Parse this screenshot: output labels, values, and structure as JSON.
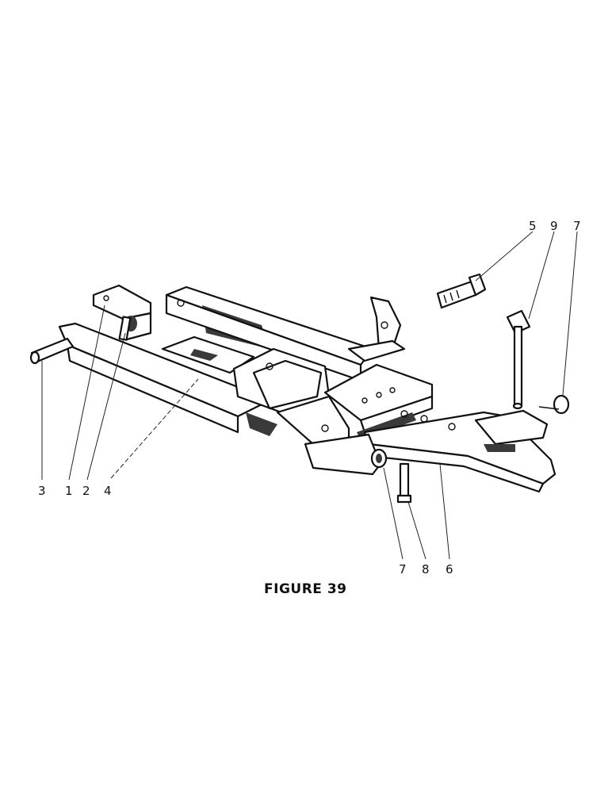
{
  "figure": {
    "caption": "FIGURE 39"
  },
  "callouts": [
    {
      "id": "c3",
      "label": "3"
    },
    {
      "id": "c1",
      "label": "1"
    },
    {
      "id": "c2",
      "label": "2"
    },
    {
      "id": "c4",
      "label": "4"
    },
    {
      "id": "c5",
      "label": "5"
    },
    {
      "id": "c9",
      "label": "9"
    },
    {
      "id": "c7a",
      "label": "7"
    },
    {
      "id": "c7b",
      "label": "7"
    },
    {
      "id": "c8",
      "label": "8"
    },
    {
      "id": "c6",
      "label": "6"
    }
  ]
}
